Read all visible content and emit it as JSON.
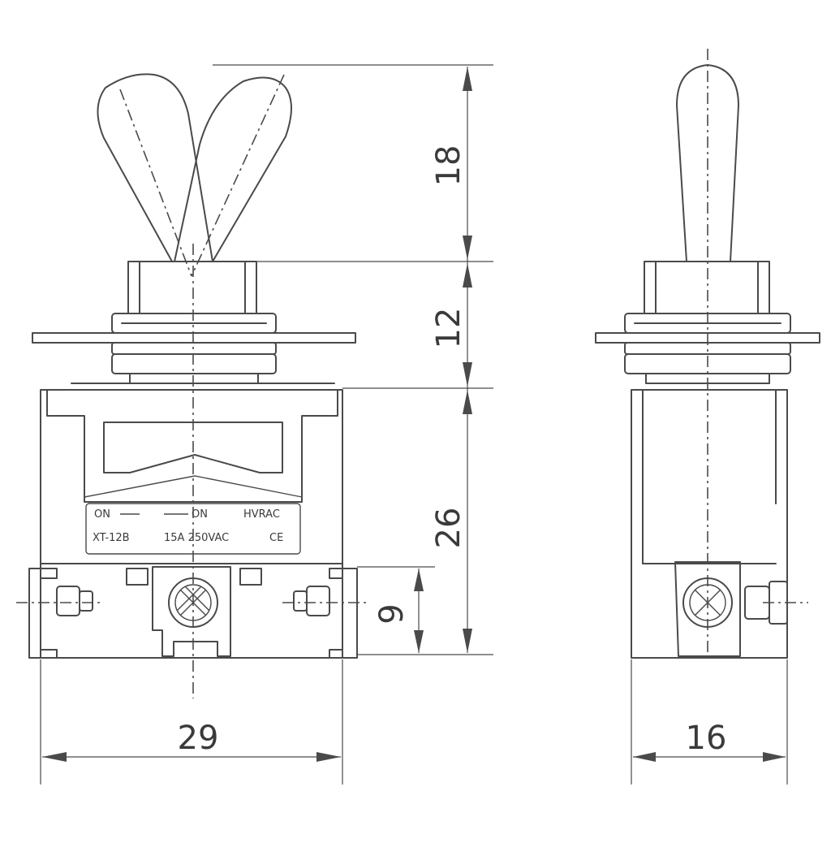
{
  "dimensions": {
    "lever_height": "18",
    "bushing_height": "12",
    "body_height": "26",
    "terminal_height": "9",
    "body_width": "29",
    "side_width": "16"
  },
  "label_plate": {
    "line1_left": "ON",
    "line1_mid": "ON",
    "line1_brand": "HVRAC",
    "model": "XT-12B",
    "rating": "15A 250VAC",
    "mark": "CE"
  },
  "colors": {
    "line": "#4a4a4a",
    "background": "#ffffff"
  }
}
